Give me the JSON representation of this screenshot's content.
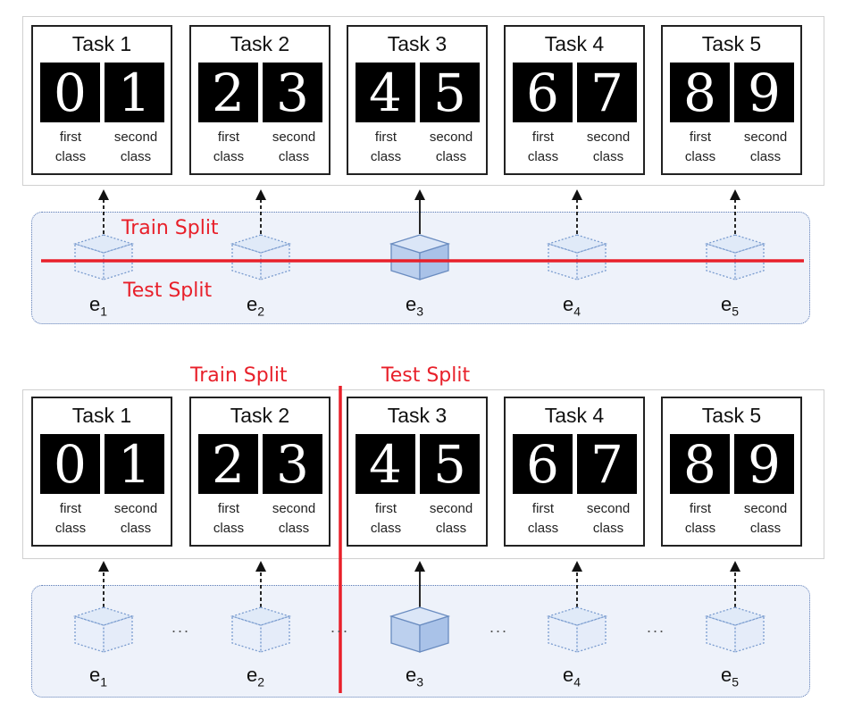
{
  "top": {
    "tasks": [
      {
        "title": "Task 1",
        "digits": [
          "0",
          "1"
        ],
        "first": [
          "first",
          "class"
        ],
        "second": [
          "second",
          "class"
        ]
      },
      {
        "title": "Task 2",
        "digits": [
          "2",
          "3"
        ],
        "first": [
          "first",
          "class"
        ],
        "second": [
          "second",
          "class"
        ]
      },
      {
        "title": "Task 3",
        "digits": [
          "4",
          "5"
        ],
        "first": [
          "first",
          "class"
        ],
        "second": [
          "second",
          "class"
        ]
      },
      {
        "title": "Task 4",
        "digits": [
          "6",
          "7"
        ],
        "first": [
          "first",
          "class"
        ],
        "second": [
          "second",
          "class"
        ]
      },
      {
        "title": "Task 5",
        "digits": [
          "8",
          "9"
        ],
        "first": [
          "first",
          "class"
        ],
        "second": [
          "second",
          "class"
        ]
      }
    ],
    "envs": [
      {
        "base": "e",
        "sub": "1"
      },
      {
        "base": "e",
        "sub": "2"
      },
      {
        "base": "e",
        "sub": "3"
      },
      {
        "base": "e",
        "sub": "4"
      },
      {
        "base": "e",
        "sub": "5"
      }
    ],
    "train_label": "Train Split",
    "test_label": "Test Split"
  },
  "bottom": {
    "tasks": [
      {
        "title": "Task 1",
        "digits": [
          "0",
          "1"
        ],
        "first": [
          "first",
          "class"
        ],
        "second": [
          "second",
          "class"
        ]
      },
      {
        "title": "Task 2",
        "digits": [
          "2",
          "3"
        ],
        "first": [
          "first",
          "class"
        ],
        "second": [
          "second",
          "class"
        ]
      },
      {
        "title": "Task 3",
        "digits": [
          "4",
          "5"
        ],
        "first": [
          "first",
          "class"
        ],
        "second": [
          "second",
          "class"
        ]
      },
      {
        "title": "Task 4",
        "digits": [
          "6",
          "7"
        ],
        "first": [
          "first",
          "class"
        ],
        "second": [
          "second",
          "class"
        ]
      },
      {
        "title": "Task 5",
        "digits": [
          "8",
          "9"
        ],
        "first": [
          "first",
          "class"
        ],
        "second": [
          "second",
          "class"
        ]
      }
    ],
    "envs": [
      {
        "base": "e",
        "sub": "1"
      },
      {
        "base": "e",
        "sub": "2"
      },
      {
        "base": "e",
        "sub": "3"
      },
      {
        "base": "e",
        "sub": "4"
      },
      {
        "base": "e",
        "sub": "5"
      }
    ],
    "ellipsis": [
      "...",
      "...",
      "...",
      "..."
    ],
    "train_label": "Train Split",
    "test_label": "Test Split"
  },
  "colors": {
    "split_line": "#e8202a",
    "env_box_fill": "#eef2fa",
    "env_box_border": "#5b7bb5",
    "cube_solid": "#bcd0ee",
    "cube_edge": "#6a8cc0"
  },
  "icons": {
    "cube": "cube-icon",
    "arrow": "arrow-up-icon"
  }
}
